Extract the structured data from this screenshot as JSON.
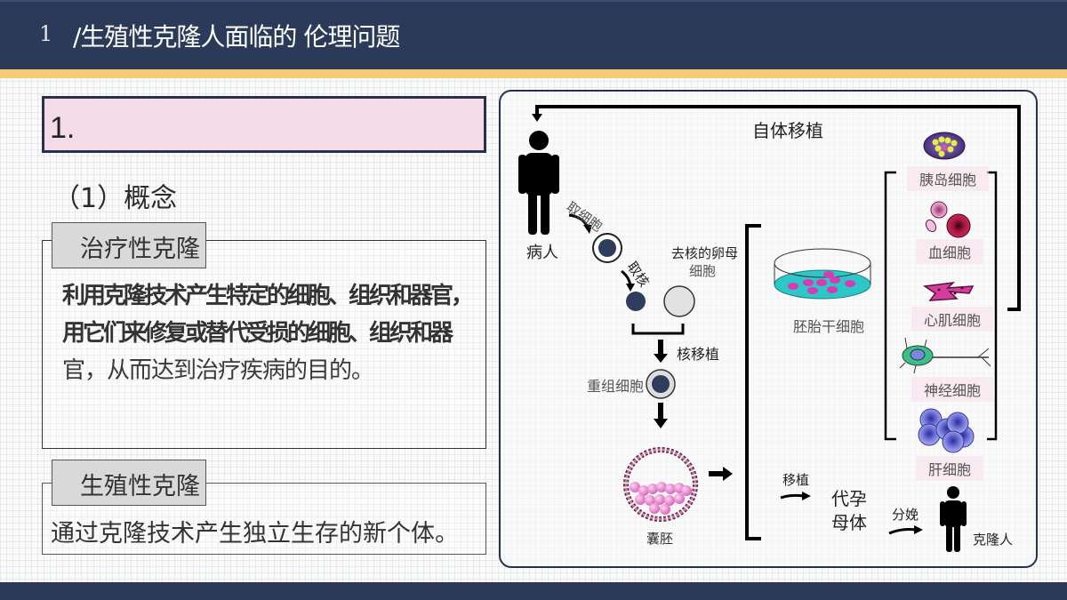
{
  "header": {
    "page_number": "1",
    "title": "/生殖性克隆人面临的 伦理问题"
  },
  "colors": {
    "header_bg": "#2a3a58",
    "accent_stripe": "#f6cb76",
    "pink_box": "#f4dbe8",
    "tag_bg": "#d9d9d9"
  },
  "left": {
    "section_number": "1.",
    "concept_heading": "（1）概念",
    "therapeutic": {
      "tag": "治疗性克隆",
      "text_line1": "利用克隆技术产生特定的细胞、组织和器官，",
      "text_line2": "用它们来修复或替代受损的细胞、组织和器",
      "text_line3": "官，从而达到治疗疾病的目的。"
    },
    "reproductive": {
      "tag": "生殖性克隆",
      "text": "通过克隆技术产生独立生存的新个体。"
    }
  },
  "diagram": {
    "autotransplant_label": "自体移植",
    "patient_label": "病人",
    "take_cell_label": "取细胞",
    "take_nucleus_label": "取核",
    "enucleated_egg_label_line1": "去核的卵母",
    "enucleated_egg_label_line2": "细胞",
    "nuclear_transfer_label": "核移植",
    "recombinant_cell_label": "重组细胞",
    "blastocyst_label": "囊胚",
    "es_cell_label": "胚胎干细胞",
    "cell_types": [
      {
        "label": "胰岛细胞",
        "icon": "islet-cell-icon"
      },
      {
        "label": "血细胞",
        "icon": "blood-cell-icon"
      },
      {
        "label": "心肌细胞",
        "icon": "cardiac-muscle-cell-icon"
      },
      {
        "label": "神经细胞",
        "icon": "neuron-icon"
      },
      {
        "label": "肝细胞",
        "icon": "liver-cell-icon"
      }
    ],
    "transplant_label": "移植",
    "surrogate_line1": "代孕",
    "surrogate_line2": "母体",
    "birth_label": "分娩",
    "clone_label": "克隆人"
  }
}
